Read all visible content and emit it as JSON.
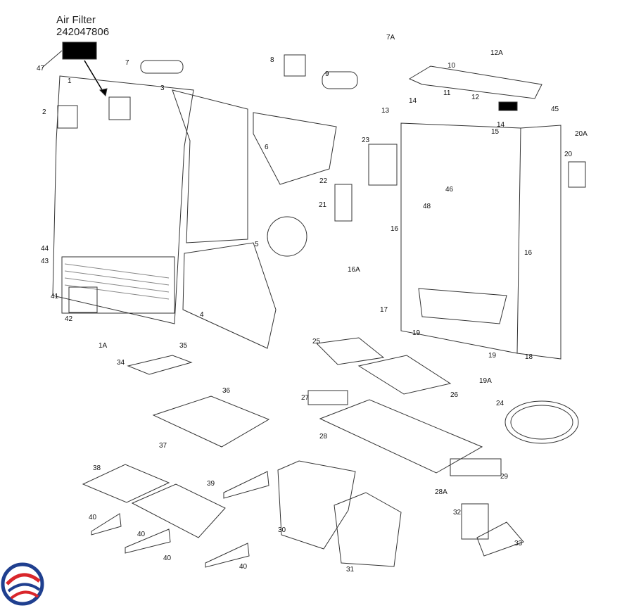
{
  "header": {
    "title": "Air Filter",
    "part_number": "242047806"
  },
  "callouts": [
    "47",
    "7",
    "7A",
    "8",
    "9",
    "10",
    "12A",
    "11",
    "12",
    "45",
    "14",
    "13",
    "14",
    "15",
    "20A",
    "20",
    "1",
    "2",
    "3",
    "6",
    "23",
    "22",
    "46",
    "48",
    "21",
    "16",
    "16",
    "44",
    "43",
    "5",
    "16A",
    "41",
    "42",
    "4",
    "17",
    "19",
    "19",
    "18",
    "1A",
    "35",
    "34",
    "36",
    "25",
    "26",
    "19A",
    "24",
    "27",
    "28",
    "37",
    "38",
    "39",
    "29",
    "28A",
    "32",
    "40",
    "40",
    "40",
    "30",
    "31",
    "33",
    "40"
  ],
  "logo": {
    "colors": [
      "#1f3f8f",
      "#d9262b"
    ]
  }
}
